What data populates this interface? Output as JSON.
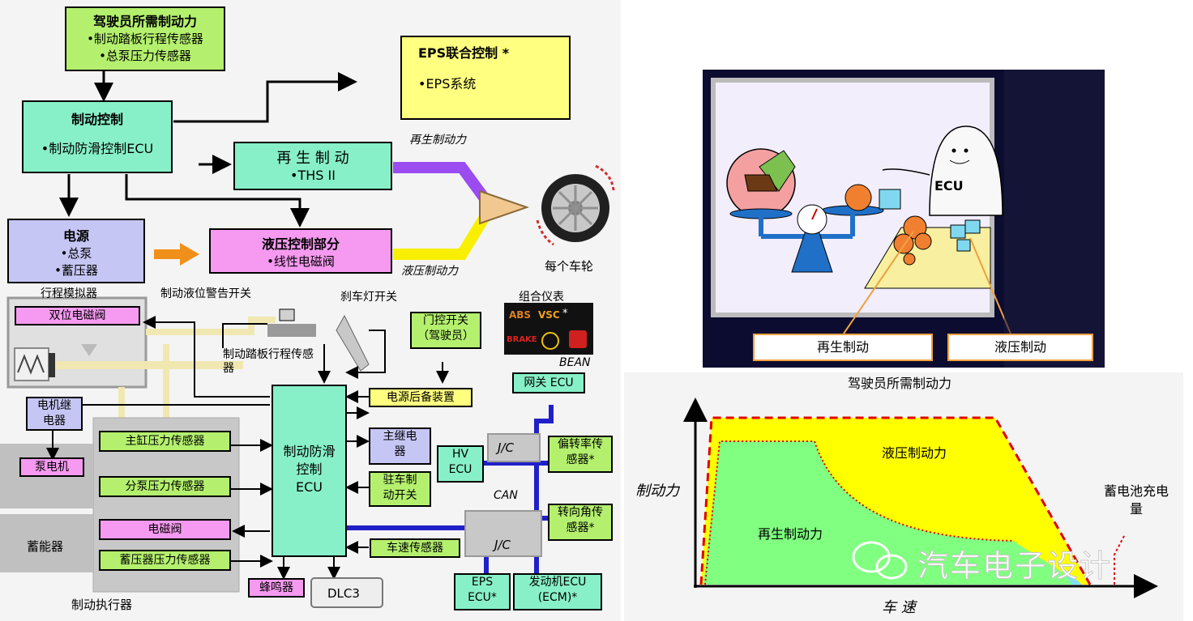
{
  "left": {
    "driver_box": {
      "title": "驾驶员所需制动力",
      "items": [
        "•制动踏板行程传感器",
        "•总泵压力传感器"
      ]
    },
    "brake_ctrl": {
      "title": "制动控制",
      "items": [
        "•制动防滑控制ECU"
      ]
    },
    "eps_box": {
      "title": "EPS联合控制 *",
      "items": [
        "•EPS系统"
      ]
    },
    "regen_label_top": "再生制动力",
    "regen_box": {
      "title": "再 生 制 动",
      "items": [
        "•THS II"
      ]
    },
    "power_box": {
      "title": "电源",
      "items": [
        "•总泵",
        "•蓄压器"
      ]
    },
    "hydraulic_box": {
      "title": "液压控制部分",
      "items": [
        "•线性电磁阀"
      ]
    },
    "hydraulic_label": "液压制动力",
    "wheel_label": "每个车轮",
    "stroke_sim": "行程模拟器",
    "fluid_warn": "制动液位警告开关",
    "stop_lamp": "刹车灯开关",
    "combo_meter": "组合仪表",
    "meter_icons": {
      "abs": "ABS",
      "vsc": "VSC",
      "star": "*",
      "brake": "BRAKE"
    },
    "two_way_valve": "双位电磁阀",
    "pedal_sensor": "制动踏板行程传感\n器",
    "door_switch": "门控开关\n（驾驶员）",
    "bean": "BEAN",
    "gateway": "网关 ECU",
    "power_backup": "电源后备装置",
    "motor_relay": "电机继\n电器",
    "pump_motor": "泵电机",
    "master_pressure": "主缸压力传感器",
    "wheel_pressure": "分泵压力传感器",
    "solenoid": "电磁阀",
    "accumulator": "蓄能器",
    "acc_pressure": "蓄压器压力传感器",
    "actuator": "制动执行器",
    "skid_ecu": "制动防滑\n控制\nECU",
    "main_relay": "主继电\n器",
    "park_switch": "驻车制\n动开关",
    "speed_sensor": "车速传感器",
    "buzzer": "蜂鸣器",
    "dlc3": "DLC3",
    "hv_ecu": "HV\nECU",
    "jc1": "J/C",
    "can": "CAN",
    "jc2": "J/C",
    "yaw": "偏转率传\n感器*",
    "steer": "转向角传\n感器*",
    "eps_ecu": "EPS\nECU*",
    "engine_ecu": "发动机ECU\n(ECM)*"
  },
  "top_right": {
    "ecu": "ECU",
    "regen": "再生制动",
    "hydraulic": "液压制动"
  },
  "chart_data": {
    "type": "area",
    "title": "驾驶员所需制动力",
    "xlabel": "车 速",
    "ylabel": "制动力",
    "series": [
      {
        "name": "液压制动力"
      },
      {
        "name": "再生制动力"
      }
    ],
    "annotations": [
      "蓄电池充电量"
    ],
    "watermark": "汽车电子设计"
  },
  "colors": {
    "hydraulic_yellow": "#ffff00",
    "regen_green": "#80ff80",
    "dash_red": "#e00000",
    "orange": "#f0a040"
  }
}
